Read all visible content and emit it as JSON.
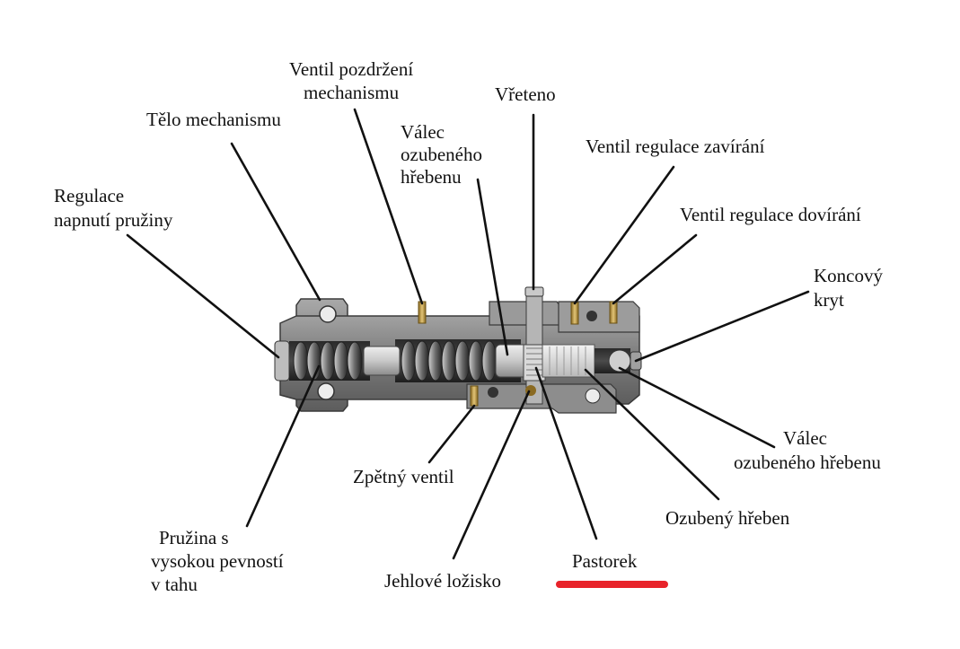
{
  "labels": {
    "ventil_pozdrzeni": [
      "Ventil pozdržení",
      "mechanismu"
    ],
    "vreteno": "Vřeteno",
    "telo": "Tělo mechanismu",
    "valec_top": [
      "Válec",
      "ozubeného",
      "hřebenu"
    ],
    "ventil_zavirani": "Ventil regulace zavírání",
    "regulace_napnuti": [
      "Regulace",
      "napnutí pružiny"
    ],
    "ventil_dovirani": "Ventil regulace dovírání",
    "koncovy_kryt": [
      "Koncový",
      "kryt"
    ],
    "valec_right": [
      "Válec",
      "ozubeného hřebenu"
    ],
    "zpetny_ventil": "Zpětný ventil",
    "ozubeny_hreben": "Ozubený hřeben",
    "pruzina": [
      "Pružina s",
      "vysokou pevností",
      "v tahu"
    ],
    "pastorek": "Pastorek",
    "jehlove_lozisko": "Jehlové ložisko"
  },
  "colors": {
    "highlight_underline": "#e8232a",
    "body_metal": "#8e8e8e",
    "body_dark": "#4a4a4a",
    "brass": "#c7a24a"
  }
}
